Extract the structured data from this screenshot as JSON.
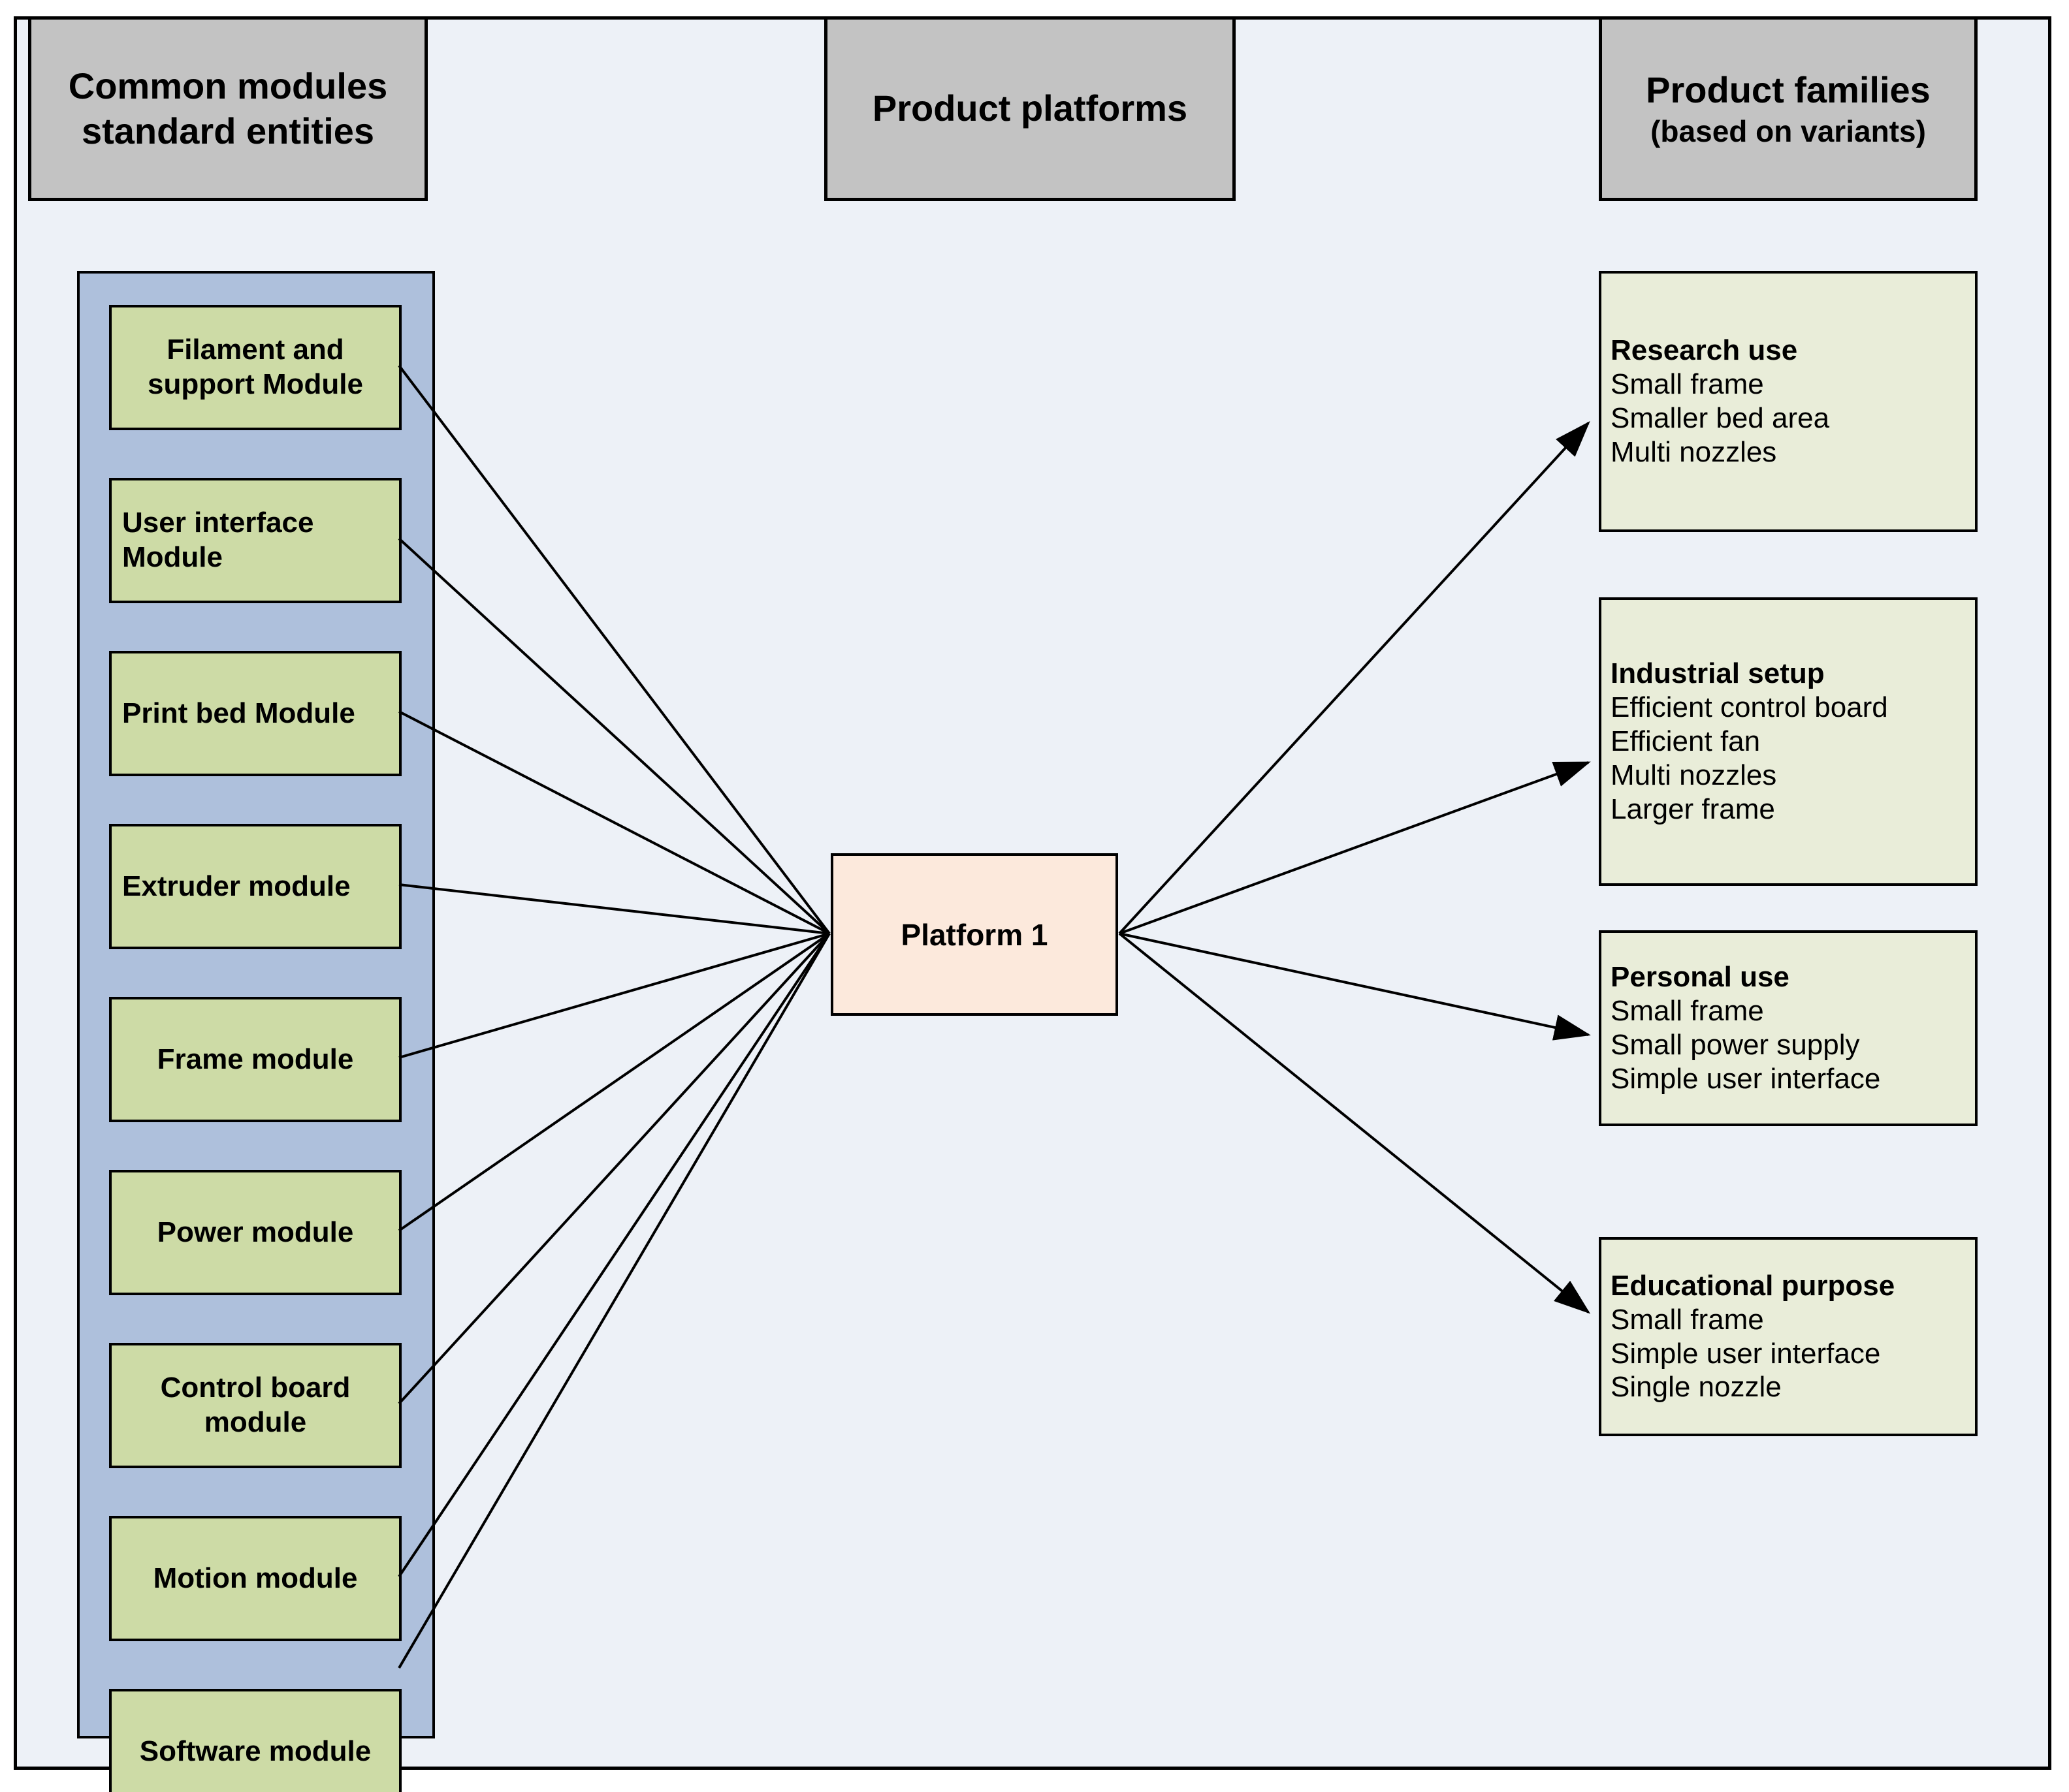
{
  "headers": {
    "modules": {
      "line1": "Common modules",
      "line2": "standard entities"
    },
    "platforms": {
      "line1": "Product platforms"
    },
    "families": {
      "line1": "Product families",
      "line2": "(based on variants)"
    }
  },
  "modules": [
    {
      "label": "Filament and support Module",
      "align": "center"
    },
    {
      "label": "User interface Module",
      "align": "left"
    },
    {
      "label": "Print bed Module",
      "align": "left"
    },
    {
      "label": "Extruder module",
      "align": "left"
    },
    {
      "label": "Frame module",
      "align": "center"
    },
    {
      "label": "Power module",
      "align": "center"
    },
    {
      "label": "Control board module",
      "align": "center"
    },
    {
      "label": "Motion module",
      "align": "center"
    },
    {
      "label": "Software module",
      "align": "center"
    }
  ],
  "platform": {
    "label": "Platform 1"
  },
  "families": [
    {
      "title": "Research use",
      "items": [
        "Small frame",
        "Smaller bed area",
        "Multi nozzles"
      ]
    },
    {
      "title": "Industrial setup",
      "items": [
        "Efficient control board",
        "Efficient fan",
        "Multi nozzles",
        "Larger frame"
      ]
    },
    {
      "title": "Personal use",
      "items": [
        "Small frame",
        "Small power supply",
        "Simple user interface"
      ]
    },
    {
      "title": "Educational purpose",
      "items": [
        "Small frame",
        "Simple user interface",
        "Single nozzle"
      ]
    }
  ],
  "colors": {
    "canvas_background": "#edf1f7",
    "header_fill": "#c3c3c3",
    "module_container_fill": "#aec0dc",
    "module_fill": "#cddba6",
    "platform_fill": "#fce9dc",
    "family_fill": "#e9edd9",
    "stroke": "#000000"
  }
}
